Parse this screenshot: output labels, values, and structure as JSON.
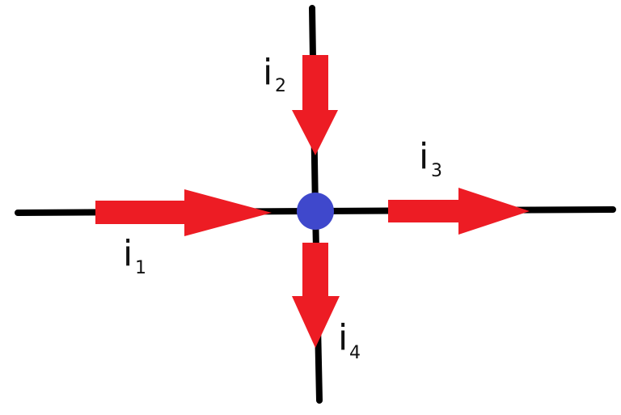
{
  "colors": {
    "wire": "#000000",
    "arrow": "#ed1c24",
    "node": "#3f48cc",
    "text": "#111111"
  },
  "currents": [
    {
      "id": "i1",
      "letter": "i",
      "subscript": "1",
      "direction": "into-node-from-left"
    },
    {
      "id": "i2",
      "letter": "i",
      "subscript": "2",
      "direction": "into-node-from-top"
    },
    {
      "id": "i3",
      "letter": "i",
      "subscript": "3",
      "direction": "out-of-node-to-right"
    },
    {
      "id": "i4",
      "letter": "i",
      "subscript": "4",
      "direction": "out-of-node-to-bottom"
    }
  ],
  "icons": {
    "node": "junction-node-icon",
    "arrow": "current-arrow-icon"
  }
}
